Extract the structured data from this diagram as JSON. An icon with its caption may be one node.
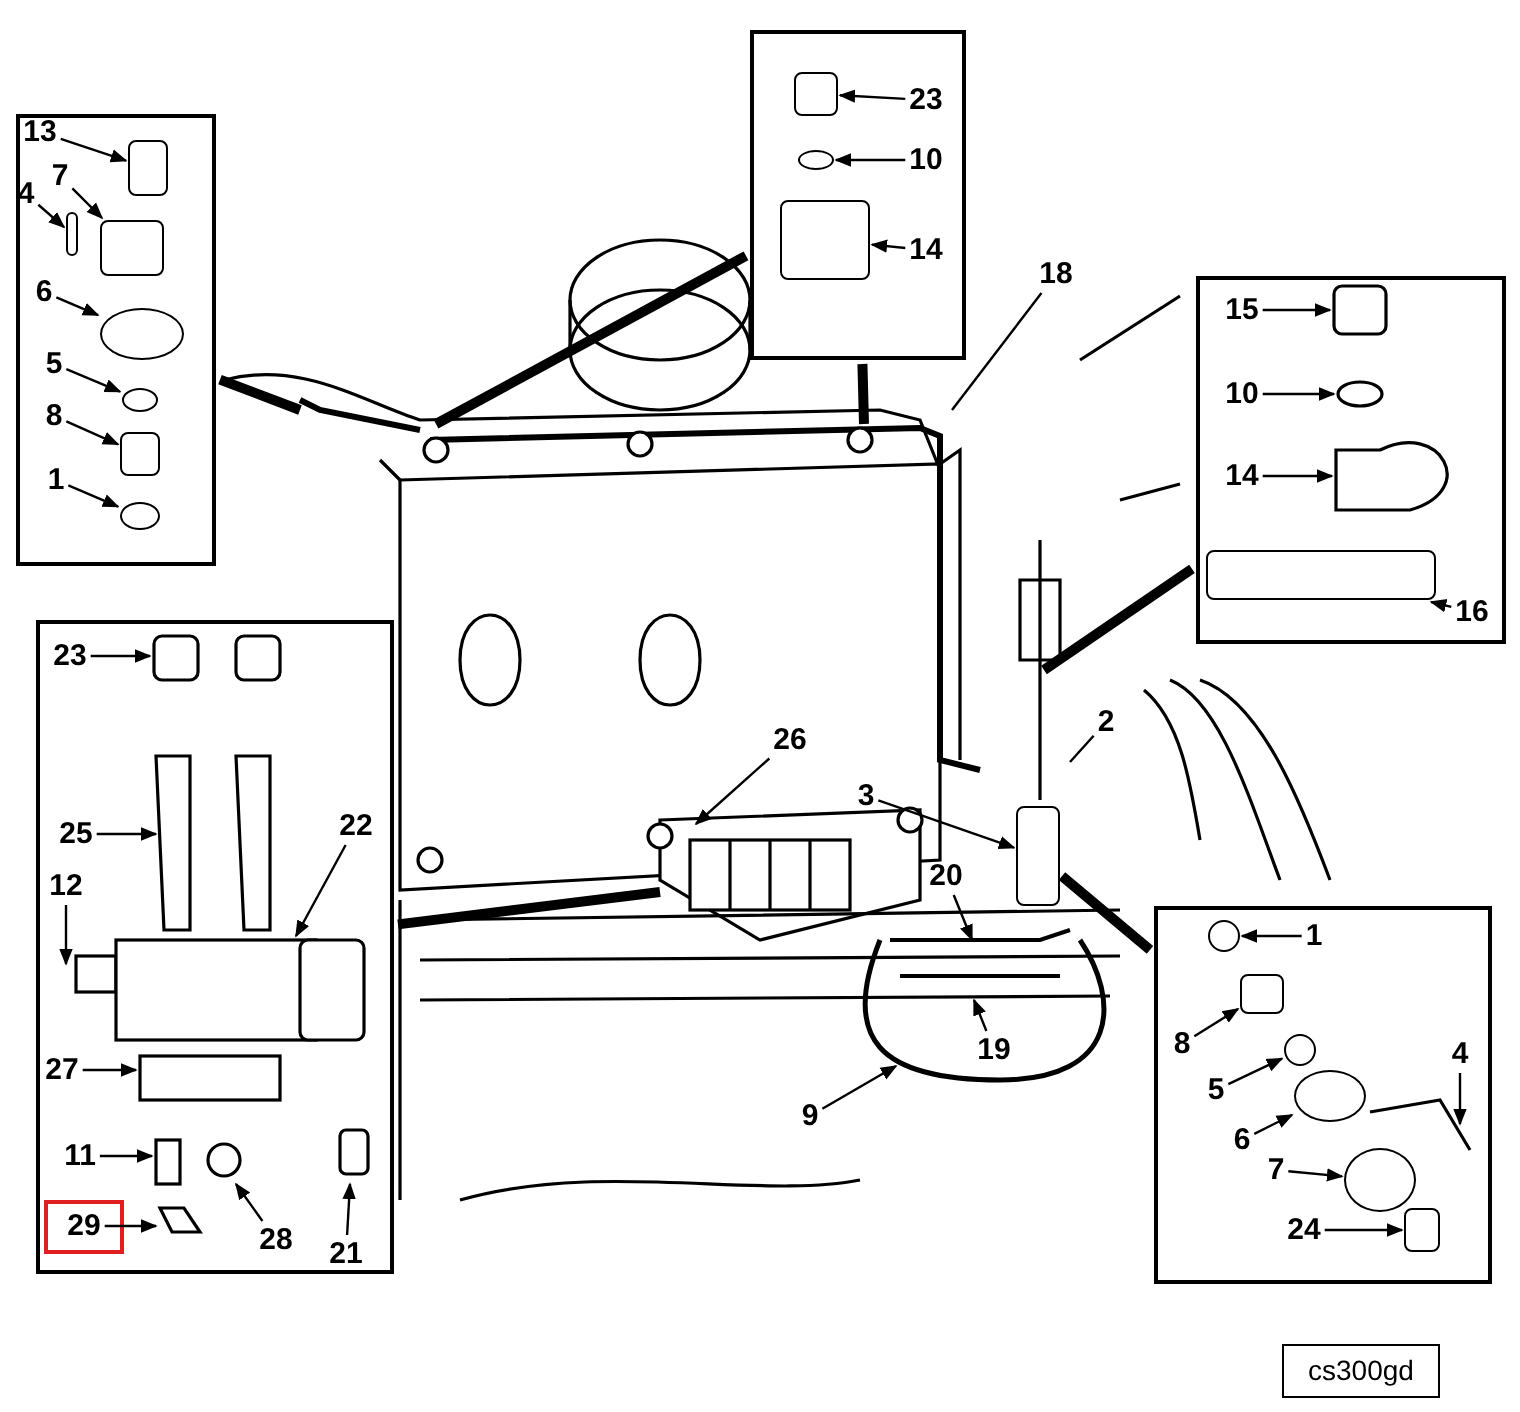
{
  "diagram": {
    "nodes": [
      {
        "text": [],
        "shape": "box"
      },
      {
        "text": [
          "13"
        ],
        "in": 0
      },
      {
        "text": [
          "7"
        ],
        "in": 0
      },
      {
        "text": [
          "4"
        ],
        "in": 0
      },
      {
        "text": [
          "6"
        ],
        "in": 0
      },
      {
        "text": [
          "5"
        ],
        "in": 0
      },
      {
        "text": [
          "8"
        ],
        "in": 0
      },
      {
        "text": [
          "1"
        ],
        "in": 0
      },
      {
        "text": [],
        "shape": "box"
      },
      {
        "text": [
          "23"
        ],
        "in": 8
      },
      {
        "text": [
          "10"
        ],
        "in": 8
      },
      {
        "text": [
          "14"
        ],
        "in": 8
      },
      {
        "text": [
          "18"
        ]
      },
      {
        "text": [],
        "shape": "box"
      },
      {
        "text": [
          "15"
        ],
        "in": 13
      },
      {
        "text": [
          "10"
        ],
        "in": 13
      },
      {
        "text": [
          "14"
        ],
        "in": 13
      },
      {
        "text": [
          "16"
        ],
        "in": 13
      },
      {
        "text": [],
        "shape": "box"
      },
      {
        "text": [
          "23"
        ],
        "in": 18
      },
      {
        "text": [
          "25"
        ],
        "in": 18
      },
      {
        "text": [
          "22"
        ],
        "in": 18
      },
      {
        "text": [
          "12"
        ],
        "in": 18
      },
      {
        "text": [
          "27"
        ],
        "in": 18
      },
      {
        "text": [
          "11"
        ],
        "in": 18
      },
      {
        "text": [],
        "shape": "box",
        "in": 18
      },
      {
        "text": [
          "29"
        ],
        "in": 25
      },
      {
        "text": [
          "28"
        ],
        "in": 18
      },
      {
        "text": [
          "21"
        ],
        "in": 18
      },
      {
        "text": [
          "26"
        ]
      },
      {
        "text": [
          "3"
        ]
      },
      {
        "text": [
          "2"
        ]
      },
      {
        "text": [
          "20"
        ]
      },
      {
        "text": [
          "19"
        ]
      },
      {
        "text": [
          "9"
        ]
      },
      {
        "text": [],
        "shape": "box"
      },
      {
        "text": [
          "1"
        ],
        "in": 35
      },
      {
        "text": [
          "8"
        ],
        "in": 35
      },
      {
        "text": [
          "5"
        ],
        "in": 35
      },
      {
        "text": [
          "4"
        ],
        "in": 35
      },
      {
        "text": [
          "6"
        ],
        "in": 35
      },
      {
        "text": [
          "7"
        ],
        "in": 35
      },
      {
        "text": [
          "24"
        ],
        "in": 35
      },
      {
        "text": [],
        "shape": "box",
        "in": 0
      },
      {
        "text": [],
        "shape": "box",
        "in": 0
      },
      {
        "text": [],
        "shape": "box",
        "in": 0
      },
      {
        "text": [],
        "shape": "circle",
        "in": 0
      },
      {
        "text": [],
        "shape": "circle",
        "in": 0
      },
      {
        "text": [],
        "shape": "box",
        "in": 0
      },
      {
        "text": [],
        "shape": "circle",
        "in": 0
      },
      {
        "text": [],
        "shape": "box",
        "in": 8
      },
      {
        "text": [],
        "shape": "circle",
        "in": 8
      },
      {
        "text": [],
        "shape": "box",
        "in": 8
      },
      {
        "text": [],
        "shape": "box",
        "in": 13
      },
      {
        "text": [],
        "shape": "circle",
        "in": 35
      },
      {
        "text": [],
        "shape": "box",
        "in": 35
      },
      {
        "text": [],
        "shape": "circle",
        "in": 35
      },
      {
        "text": [],
        "shape": "circle",
        "in": 35
      },
      {
        "text": [],
        "shape": "circle",
        "in": 35
      },
      {
        "text": [],
        "shape": "box",
        "in": 35
      },
      {
        "text": [],
        "shape": "box"
      }
    ],
    "edges": [
      {
        "from": 1,
        "to": 43,
        "arrow": "to"
      },
      {
        "from": 2,
        "to": 44,
        "arrow": "to"
      },
      {
        "from": 3,
        "to": 45,
        "arrow": "to"
      },
      {
        "from": 4,
        "to": 46,
        "arrow": "to"
      },
      {
        "from": 5,
        "to": 47,
        "arrow": "to"
      },
      {
        "from": 6,
        "to": 48,
        "arrow": "to"
      },
      {
        "from": 7,
        "to": 49,
        "arrow": "to"
      },
      {
        "from": 9,
        "to": 50,
        "arrow": "to"
      },
      {
        "from": 10,
        "to": 51,
        "arrow": "to"
      },
      {
        "from": 11,
        "to": 52,
        "arrow": "to"
      },
      {
        "from": 12,
        "to": null,
        "arrow": "none"
      },
      {
        "from": 14,
        "to": null,
        "arrow": "to"
      },
      {
        "from": 15,
        "to": null,
        "arrow": "to"
      },
      {
        "from": 16,
        "to": null,
        "arrow": "to"
      },
      {
        "from": 17,
        "to": 53,
        "arrow": "to"
      },
      {
        "from": 19,
        "to": null,
        "arrow": "to"
      },
      {
        "from": 20,
        "to": null,
        "arrow": "to"
      },
      {
        "from": 21,
        "to": null,
        "arrow": "to"
      },
      {
        "from": 22,
        "to": null,
        "arrow": "to"
      },
      {
        "from": 23,
        "to": null,
        "arrow": "to"
      },
      {
        "from": 24,
        "to": null,
        "arrow": "to"
      },
      {
        "from": 26,
        "to": null,
        "arrow": "to"
      },
      {
        "from": 27,
        "to": null,
        "arrow": "to"
      },
      {
        "from": 28,
        "to": null,
        "arrow": "to"
      },
      {
        "from": 29,
        "to": null,
        "arrow": "to"
      },
      {
        "from": 30,
        "to": 60,
        "arrow": "to"
      },
      {
        "from": 31,
        "to": null,
        "arrow": "none"
      },
      {
        "from": 32,
        "to": null,
        "arrow": "to"
      },
      {
        "from": 33,
        "to": null,
        "arrow": "to"
      },
      {
        "from": 34,
        "to": null,
        "arrow": "to"
      },
      {
        "from": 36,
        "to": 54,
        "arrow": "to"
      },
      {
        "from": 37,
        "to": 55,
        "arrow": "to"
      },
      {
        "from": 38,
        "to": 56,
        "arrow": "to"
      },
      {
        "from": 39,
        "to": null,
        "arrow": "to"
      },
      {
        "from": 40,
        "to": 57,
        "arrow": "to"
      },
      {
        "from": 41,
        "to": 58,
        "arrow": "to"
      },
      {
        "from": 42,
        "to": 59,
        "arrow": "to"
      },
      {
        "from": 0,
        "to": null,
        "arrow": "none",
        "style": "thick"
      },
      {
        "from": 8,
        "to": null,
        "arrow": "none",
        "style": "thick"
      },
      {
        "from": 8,
        "to": null,
        "arrow": "none",
        "style": "thick"
      },
      {
        "from": 13,
        "to": null,
        "arrow": "none",
        "style": "thick"
      },
      {
        "from": 18,
        "to": null,
        "arrow": "none",
        "style": "thick"
      },
      {
        "from": 35,
        "to": 60,
        "arrow": "none",
        "style": "thick"
      }
    ],
    "labels": [
      "cs300gd"
    ]
  }
}
